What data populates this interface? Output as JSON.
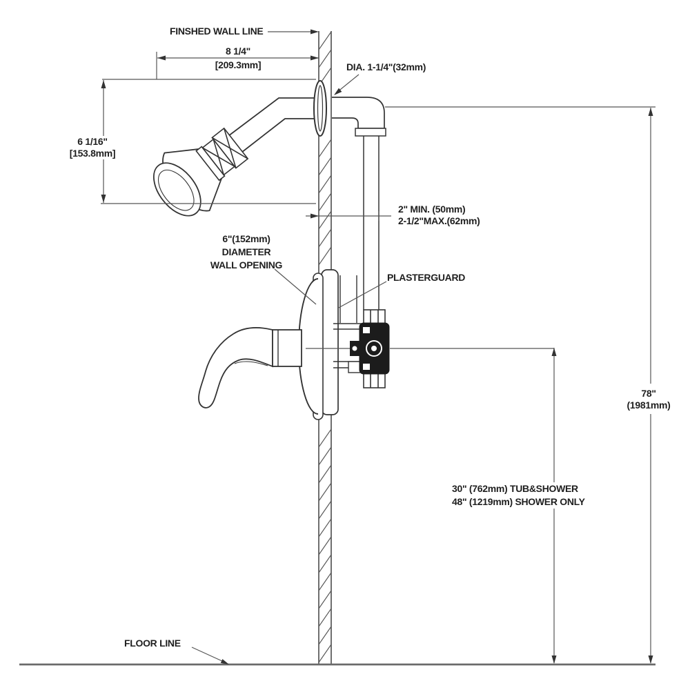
{
  "diagram": {
    "labels": {
      "finished_wall_line": "FINSHED WALL LINE",
      "floor_line": "FLOOR LINE",
      "plasterguard": "PLASTERGUARD",
      "dia_callout": "DIA. 1-1/4\"(32mm)",
      "wall_opening": [
        "6\"(152mm)",
        "DIAMETER",
        "WALL OPENING"
      ]
    },
    "dimensions": {
      "arm_setback": {
        "line1": "8 1/4\"",
        "line2": "[209.3mm]"
      },
      "head_drop": {
        "line1": "6 1/16\"",
        "line2": "[153.8mm]"
      },
      "pipe_depth": {
        "line1": "2\" MIN. (50mm)",
        "line2": "2-1/2\"MAX.(62mm)"
      },
      "overall_height": {
        "line1": "78\"",
        "line2": "(1981mm)"
      },
      "valve_height": {
        "line1": "30\" (762mm) TUB&SHOWER",
        "line2": "48\" (1219mm) SHOWER ONLY"
      }
    },
    "colors": {
      "background": "#ffffff",
      "fixture_line": "#333333",
      "dimension_line": "#555555",
      "text": "#1f1f1f",
      "floor": "#6a6a6a"
    }
  }
}
